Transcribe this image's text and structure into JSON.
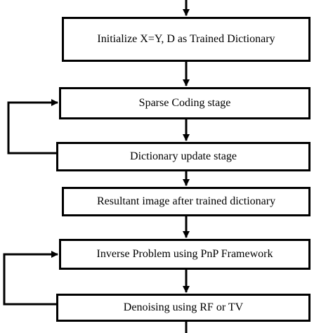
{
  "flowchart": {
    "steps": [
      {
        "label": "Initialize X=Y, D as Trained Dictionary"
      },
      {
        "label": "Sparse Coding stage"
      },
      {
        "label": "Dictionary update stage"
      },
      {
        "label": "Resultant image after trained dictionary"
      },
      {
        "label": "Inverse Problem using PnP Framework"
      },
      {
        "label": "Denoising using RF or TV"
      }
    ],
    "loops": [
      {
        "from_step": 3,
        "to_step": 2
      },
      {
        "from_step": 6,
        "to_step": 5
      }
    ],
    "colors": {
      "stroke": "#000000",
      "background": "#ffffff"
    }
  }
}
